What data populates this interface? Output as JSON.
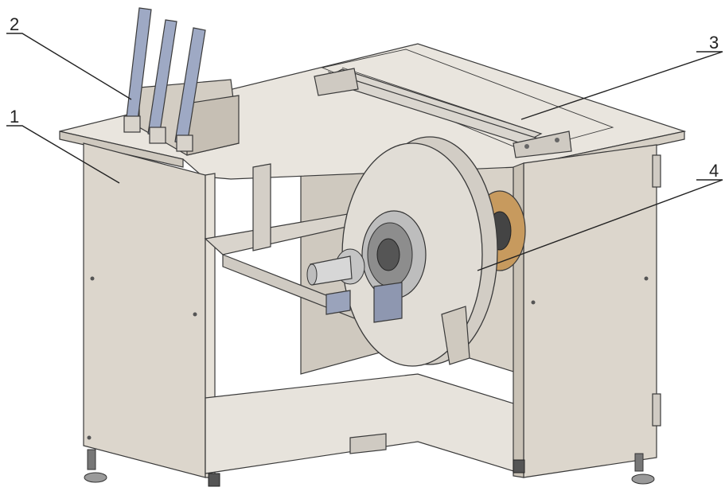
{
  "callouts": [
    {
      "id": "1",
      "label": "1"
    },
    {
      "id": "2",
      "label": "2"
    },
    {
      "id": "3",
      "label": "3"
    },
    {
      "id": "4",
      "label": "4"
    }
  ],
  "colors": {
    "panel": "#dcd6cc",
    "panel_dark": "#c9c2b6",
    "frame": "#e6e1d8",
    "steel": "#bdbdbd",
    "lever_blue": "#9ea9c4",
    "brass_flange": "#c79a5e",
    "line": "#3a3a3a"
  }
}
